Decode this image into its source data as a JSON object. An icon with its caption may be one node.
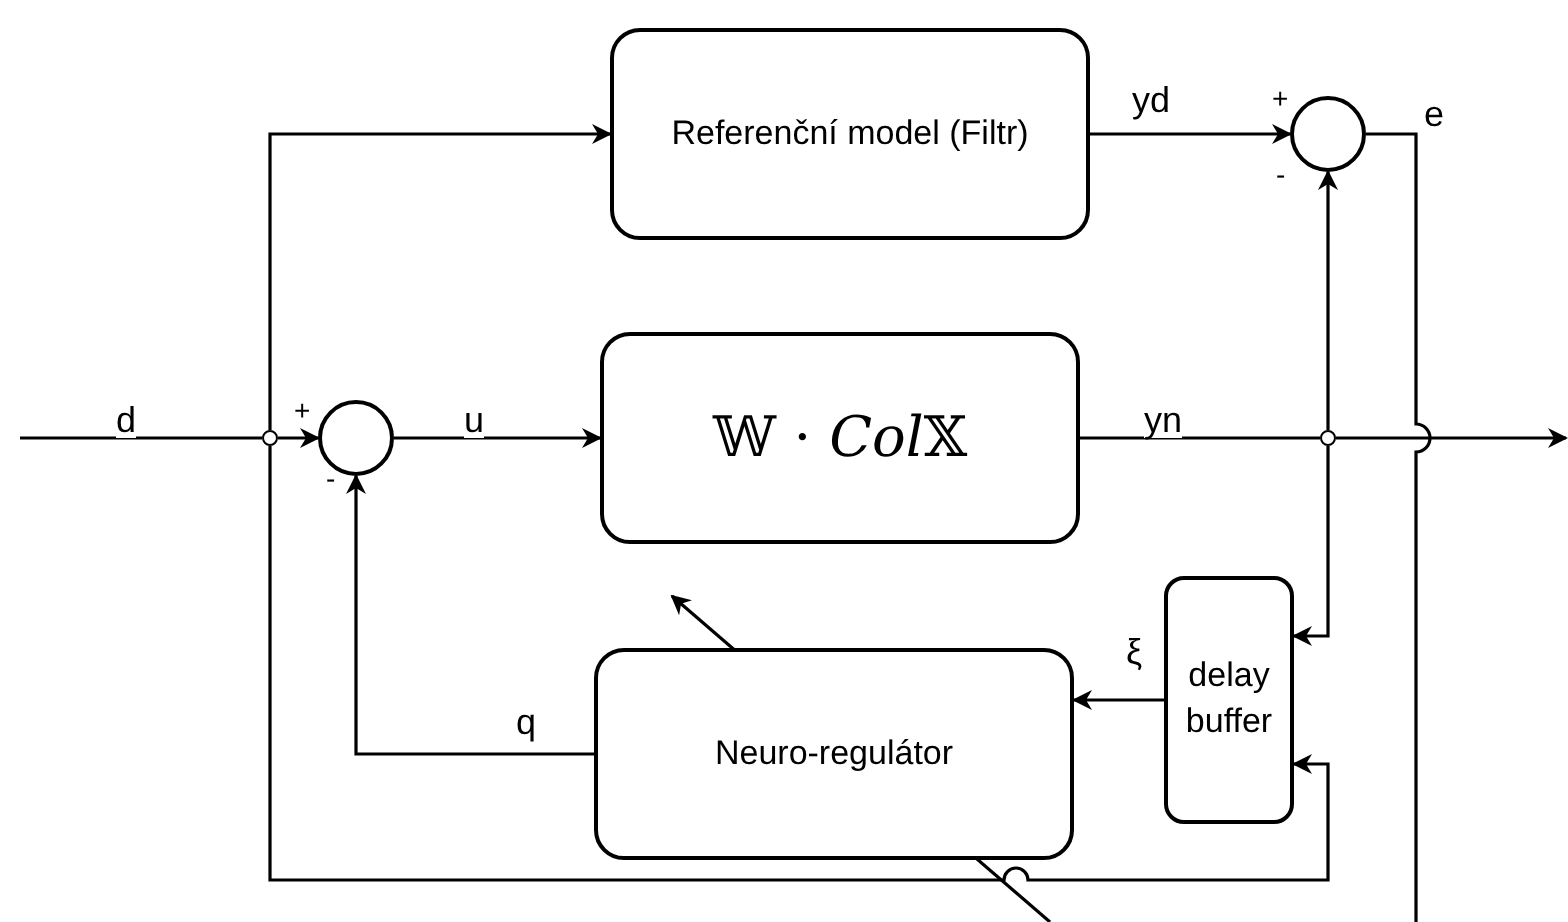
{
  "diagram": {
    "nodes": [
      {
        "text": [
          "Referenční model (Filtr)"
        ]
      },
      {
        "text": [],
        "shape": "circle"
      },
      {
        "text": [
          "𝕎 · 𝐶𝑜𝑙𝕏"
        ]
      },
      {
        "text": [],
        "shape": "circle"
      },
      {
        "text": [
          "Neuro-regulátor"
        ]
      },
      {
        "text": [
          "delay buffer"
        ]
      },
      {
        "text": [],
        "shape": "circle"
      },
      {
        "text": [],
        "shape": "circle"
      }
    ],
    "edges": [
      {
        "from": null,
        "to": 6,
        "arrow": "none",
        "label": "d"
      },
      {
        "from": 6,
        "to": 0,
        "arrow": "to"
      },
      {
        "from": 6,
        "to": 1,
        "arrow": "to"
      },
      {
        "from": 6,
        "to": 5,
        "arrow": "to"
      },
      {
        "from": 1,
        "to": 2,
        "arrow": "to",
        "label": "u"
      },
      {
        "from": 0,
        "to": 3,
        "arrow": "to",
        "label": "yd"
      },
      {
        "from": 2,
        "to": 7,
        "arrow": "none",
        "label": "yn"
      },
      {
        "from": 7,
        "to": null,
        "arrow": "to"
      },
      {
        "from": 7,
        "to": 3,
        "arrow": "to"
      },
      {
        "from": 7,
        "to": 5,
        "arrow": "to"
      },
      {
        "from": 3,
        "to": null,
        "arrow": "none",
        "label": "e"
      },
      {
        "from": 5,
        "to": 4,
        "arrow": "to",
        "label": "ξ"
      },
      {
        "from": 4,
        "to": 1,
        "arrow": "to",
        "label": "q"
      }
    ],
    "labels": [
      "+",
      "-",
      "+",
      "-"
    ]
  }
}
